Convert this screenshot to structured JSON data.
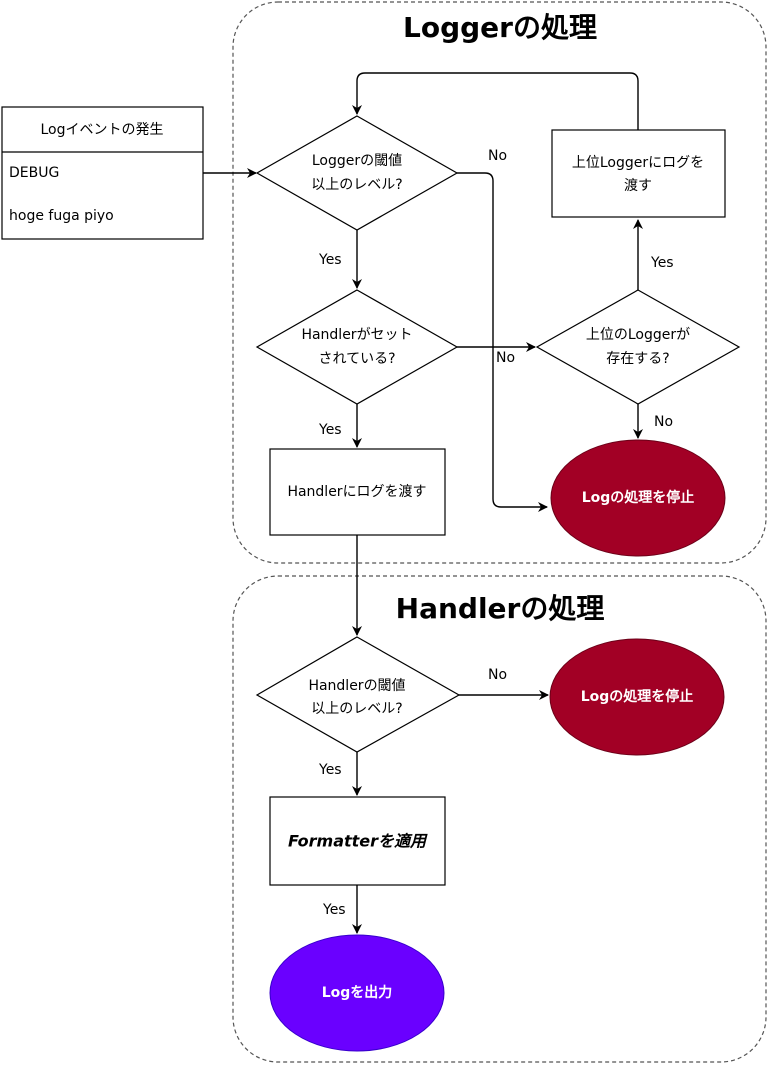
{
  "groups": {
    "logger_title": "Loggerの処理",
    "handler_title": "Handlerの処理"
  },
  "event_box": {
    "header": "Logイベントの発生",
    "level": "DEBUG",
    "message": "hoge fuga piyo"
  },
  "nodes": {
    "logger_threshold": [
      "Loggerの閾値",
      "以上のレベル?"
    ],
    "handler_set": [
      "Handlerがセット",
      "されている?"
    ],
    "pass_to_handler": "Handlerにログを渡す",
    "parent_exists": [
      "上位のLoggerが",
      "存在する?"
    ],
    "pass_to_parent": [
      "上位Loggerにログを",
      "渡す"
    ],
    "stop_logger": "Logの処理を停止",
    "handler_threshold": [
      "Handlerの閾値",
      "以上のレベル?"
    ],
    "stop_handler": "Logの処理を停止",
    "apply_formatter": "Formatterを適用",
    "output": "Logを出力"
  },
  "edges": {
    "yes": "Yes",
    "no": "No"
  },
  "colors": {
    "stop": "#A20025",
    "output": "#6A00FF"
  }
}
